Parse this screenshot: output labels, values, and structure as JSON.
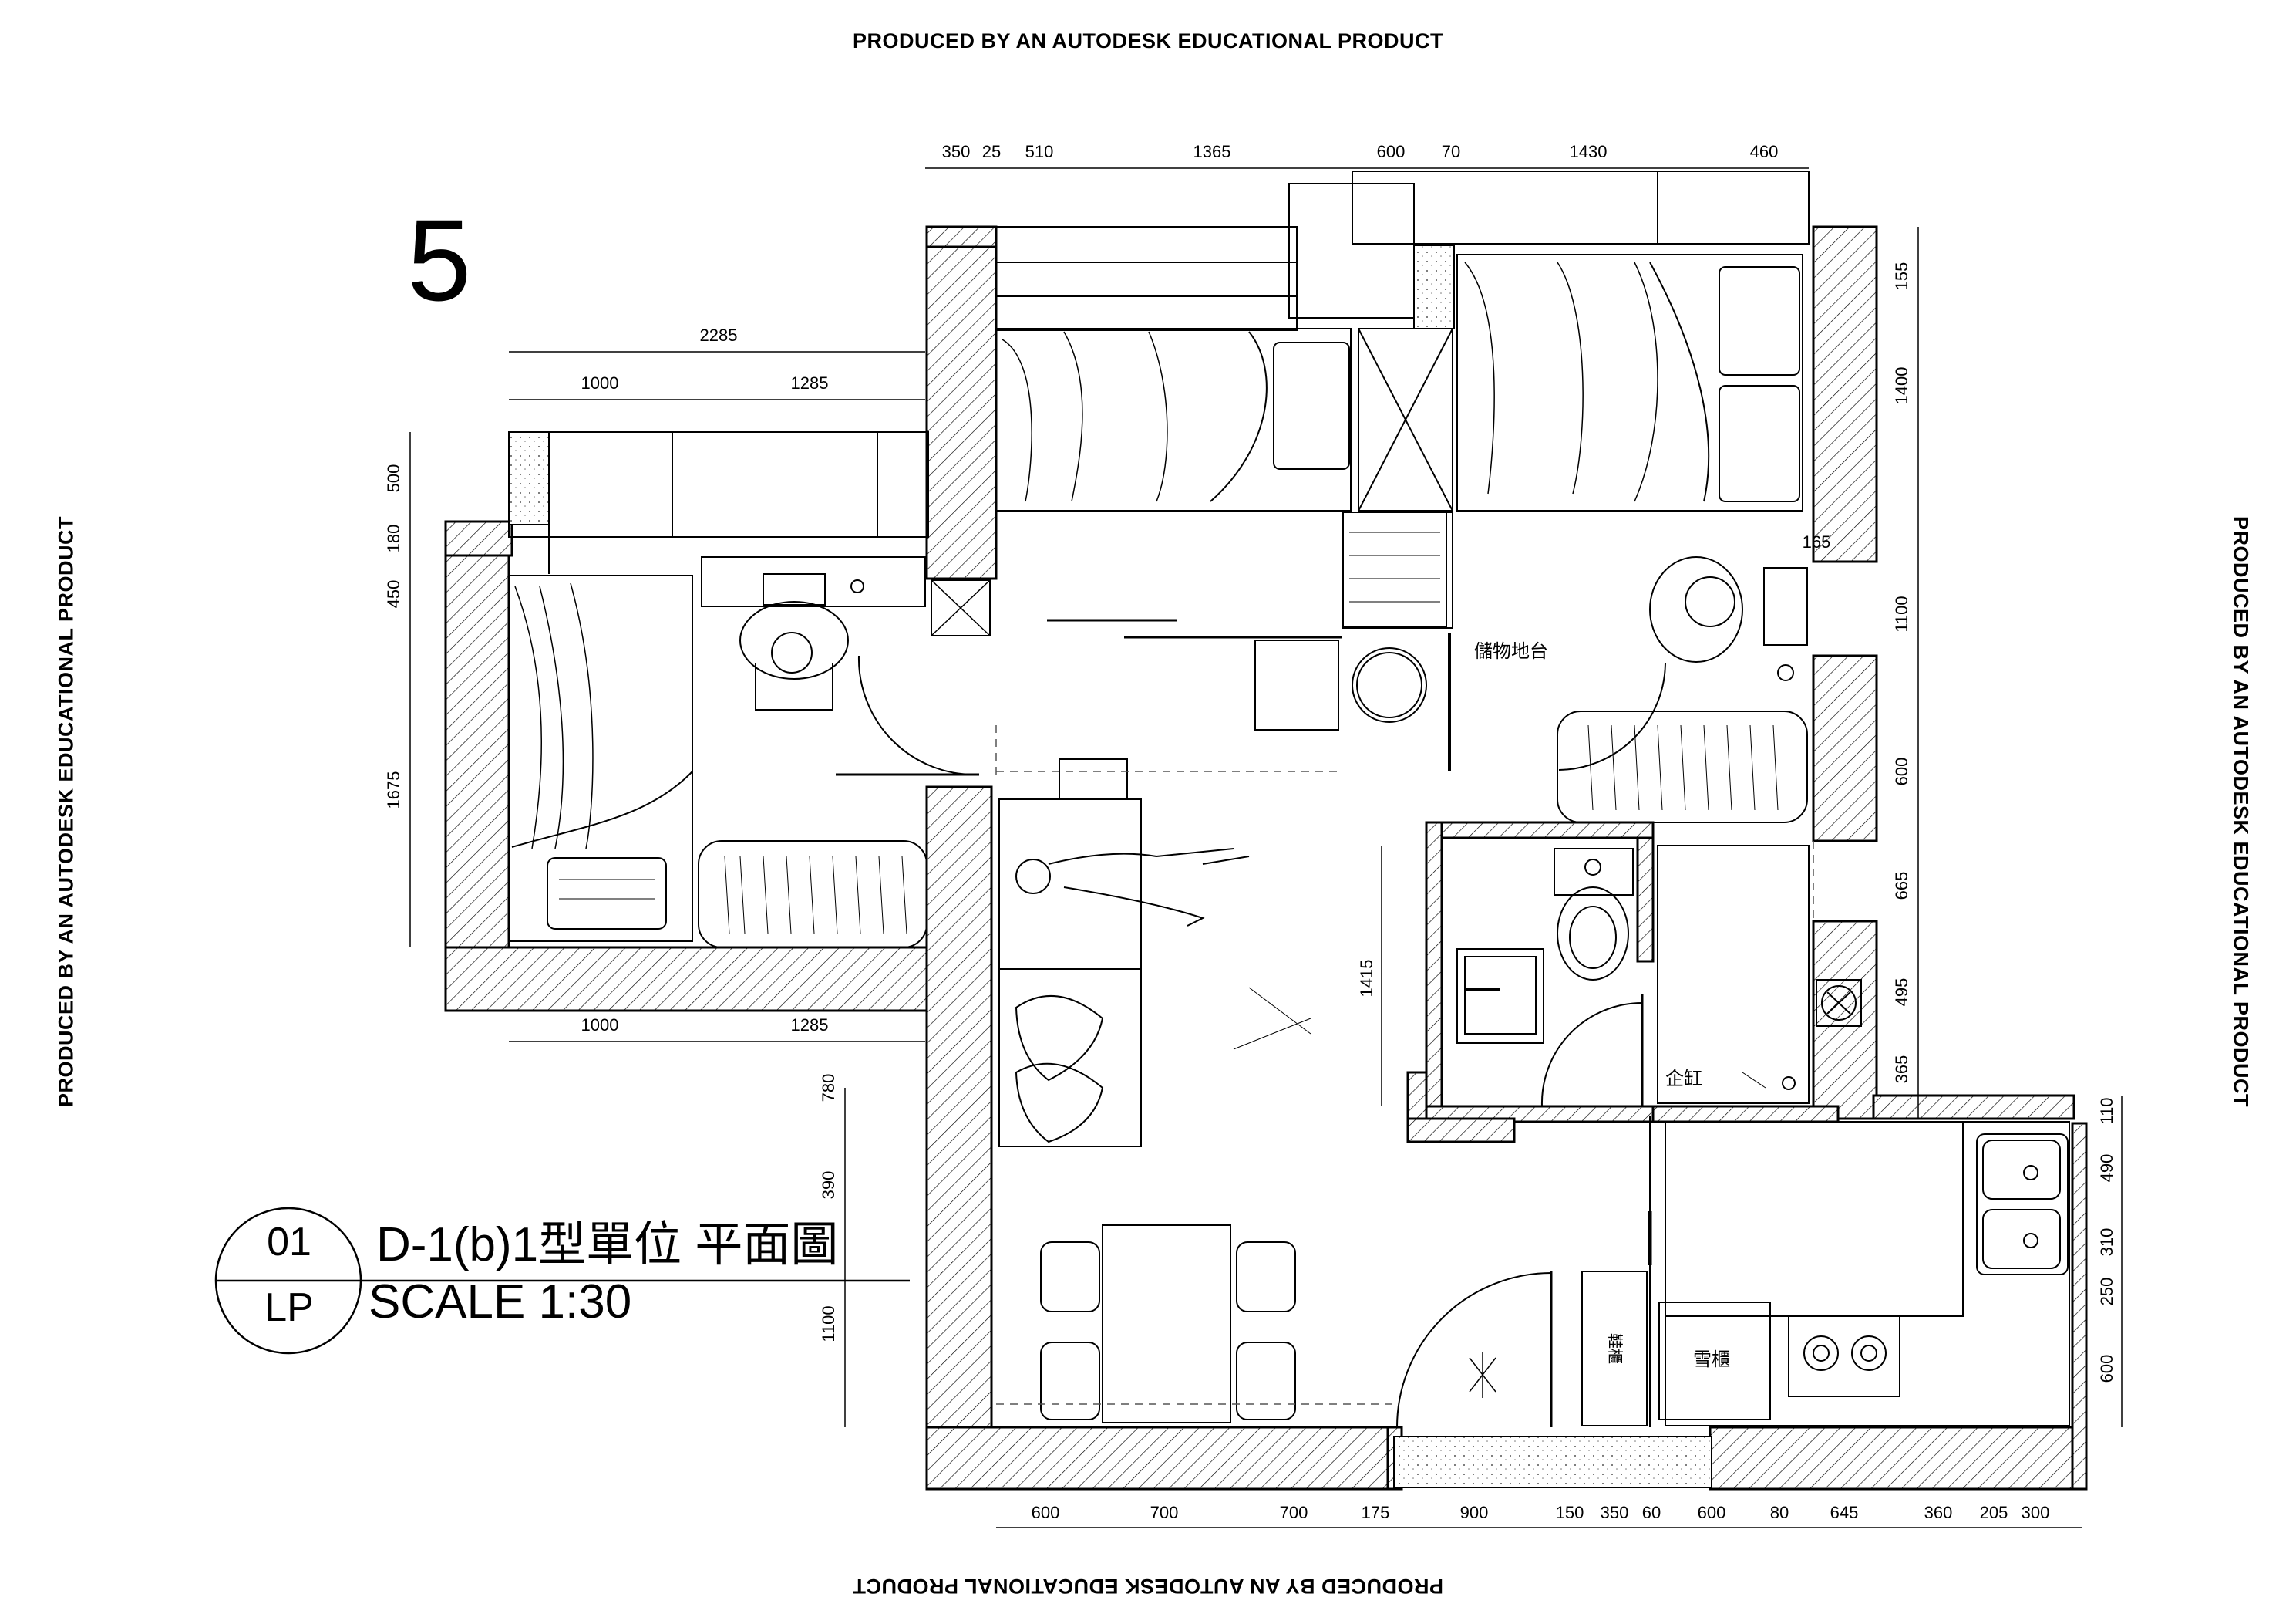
{
  "watermark": {
    "top": "PRODUCED BY AN AUTODESK EDUCATIONAL PRODUCT",
    "bottom": "PRODUCED BY AN AUTODESK EDUCATIONAL PRODUCT",
    "left": "PRODUCED BY AN AUTODESK EDUCATIONAL PRODUCT",
    "right": "PRODUCED BY AN AUTODESK EDUCATIONAL PRODUCT"
  },
  "unit_number": "5",
  "title_block": {
    "drawing_no": "01",
    "sheet_code": "LP",
    "title": "D-1(b)1型單位  平面圖",
    "scale": "SCALE 1:30"
  },
  "rooms": {
    "storage_platform": "儲物地台",
    "shower": "企缸",
    "fridge": "雪櫃",
    "shoe_cabinet": "鞋櫃"
  },
  "dimensions": {
    "top": [
      "350",
      "25",
      "510",
      "1365",
      "600",
      "70",
      "1430",
      "460"
    ],
    "bottom": [
      "600",
      "700",
      "700",
      "175",
      "900",
      "150",
      "350",
      "60",
      "600",
      "80",
      "645",
      "360",
      "205",
      "300"
    ],
    "right_upper": [
      "155",
      "1400",
      "165",
      "1100",
      "600",
      "665",
      "495",
      "365"
    ],
    "right_lower": [
      "110",
      "490",
      "310",
      "250",
      "600"
    ],
    "left": [
      "500",
      "180",
      "450",
      "1675"
    ],
    "left_lower": [
      "780",
      "390",
      "1100"
    ],
    "bedroom_top": [
      "2285",
      "1000",
      "1285"
    ],
    "bedroom_bottom": [
      "1000",
      "1285"
    ],
    "bathroom": [
      "1415"
    ]
  }
}
